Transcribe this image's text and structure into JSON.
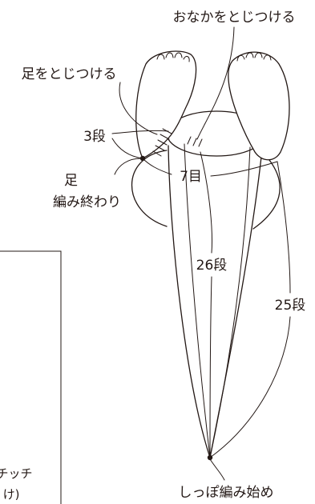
{
  "labels": {
    "attach_belly": "おなかをとじつける",
    "attach_legs": "足をとじつける",
    "rows_3": "3段",
    "leg_label": "足",
    "leg_end": "編み終わり",
    "stitches_7": "7目",
    "rows_26": "26段",
    "rows_25": "25段",
    "tail_start": "しっぽ編み始め"
  },
  "cut_off_text": {
    "line1": "チッチ",
    "line2": "け)"
  },
  "colors": {
    "ink": "#231815",
    "background": "#ffffff"
  }
}
